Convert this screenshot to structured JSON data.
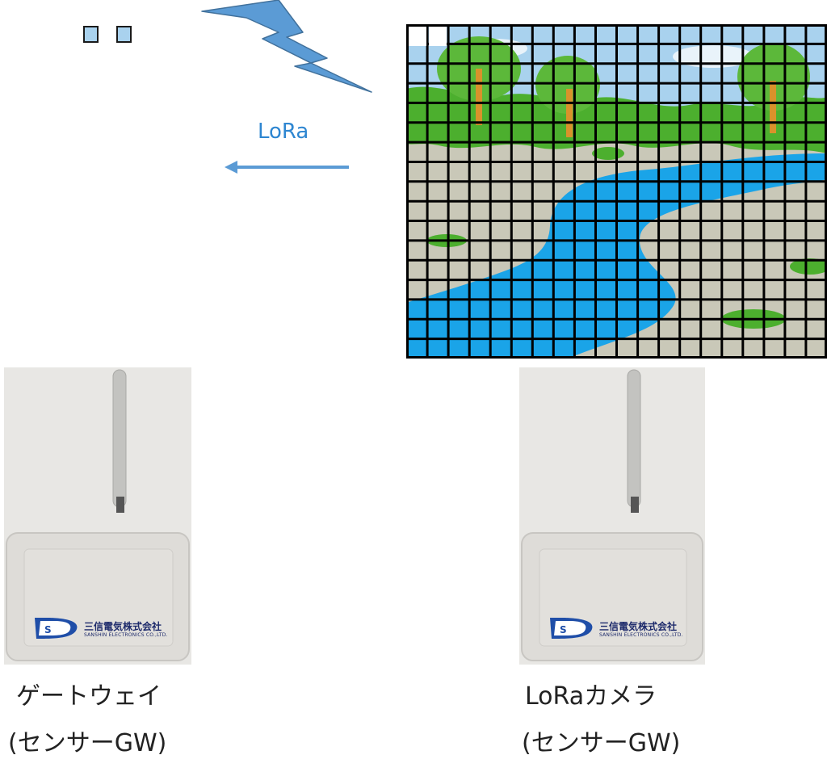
{
  "protocol_label": "LoRa",
  "gateway": {
    "label": "ゲートウェイ",
    "sublabel": "(センサーGW)"
  },
  "camera": {
    "label": "LoRaカメラ",
    "sublabel": "(センサーGW)"
  },
  "device_brand": {
    "name_jp": "三信電気株式会社",
    "name_en": "SANSHIN ELECTRONICS CO.,LTD."
  },
  "colors": {
    "lightning": "#5b9bd5",
    "arrow": "#5b9bd5",
    "lora_text": "#2e86d1",
    "grid_line": "#000000",
    "river": "#1aa4e8",
    "sky": "#a9d2ee",
    "tree": "#4caf2e",
    "ground": "#c9c8b8"
  },
  "icons": {
    "lightning": "lightning-bolt-icon",
    "arrow": "arrow-left-icon",
    "logo": "sanshin-logo-icon"
  }
}
